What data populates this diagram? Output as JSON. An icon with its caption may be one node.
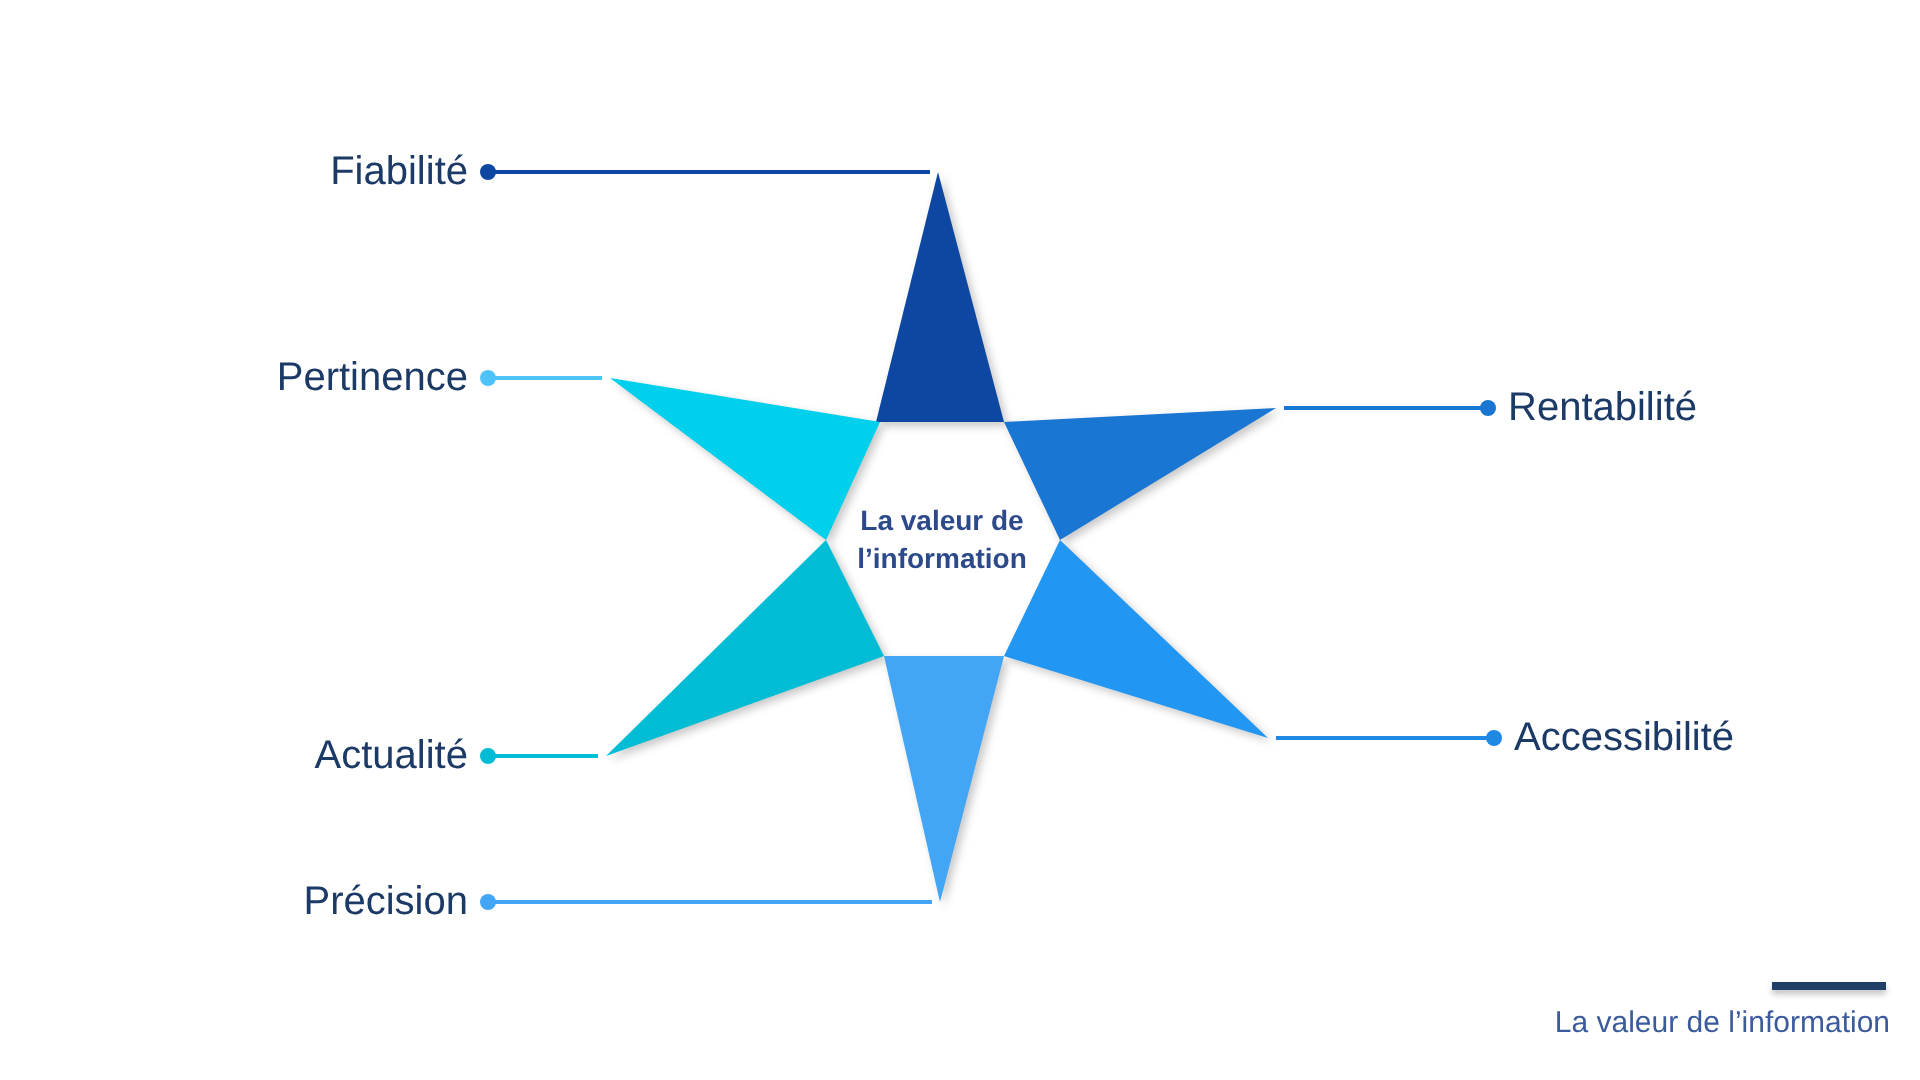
{
  "diagram": {
    "nodes": [
      {
        "text": [
          "La valeur de l’information"
        ]
      },
      {
        "text": [
          "Fiabilité"
        ]
      },
      {
        "text": [
          "Pertinence"
        ]
      },
      {
        "text": [
          "Rentabilité"
        ]
      },
      {
        "text": [
          "Actualité"
        ]
      },
      {
        "text": [
          "Accessibilité"
        ]
      },
      {
        "text": [
          "Précision"
        ]
      },
      {
        "text": [],
        "shape": "triangle"
      },
      {
        "text": [],
        "shape": "triangle"
      },
      {
        "text": [],
        "shape": "triangle"
      },
      {
        "text": [],
        "shape": "triangle"
      },
      {
        "text": [],
        "shape": "triangle"
      },
      {
        "text": [],
        "shape": "triangle"
      }
    ],
    "edges": [
      {
        "from": 1,
        "to": 7,
        "arrow": "other",
        "color": "#0d47a1"
      },
      {
        "from": 2,
        "to": 8,
        "arrow": "other",
        "color": "#4fc3f7"
      },
      {
        "from": 3,
        "to": 9,
        "arrow": "other",
        "color": "#1976d2"
      },
      {
        "from": 4,
        "to": 10,
        "arrow": "other",
        "color": "#00bcd4"
      },
      {
        "from": 5,
        "to": 11,
        "arrow": "other",
        "color": "#1e88e5"
      },
      {
        "from": 6,
        "to": 12,
        "arrow": "other",
        "color": "#42a5f5"
      }
    ],
    "labels": [
      "La valeur de l’information"
    ]
  }
}
